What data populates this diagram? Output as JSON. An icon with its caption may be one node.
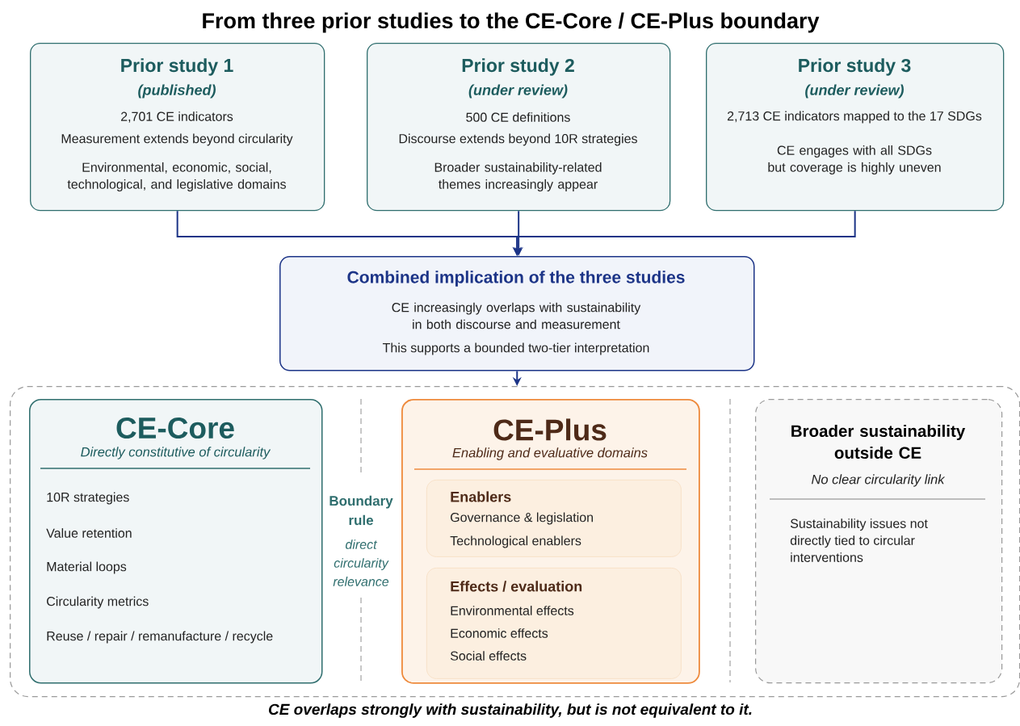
{
  "diagram": {
    "title": "From three prior studies to the CE-Core / CE-Plus boundary",
    "caption": "CE overlaps strongly with sustainability, but is not equivalent to it.",
    "nodes": [
      {
        "text": [
          "Prior study 1",
          "(published)",
          "2,701 CE indicators",
          "Measurement extends beyond circularity",
          "Environmental, economic, social, technological, and legislative domains"
        ]
      },
      {
        "text": [
          "Prior study 2",
          "(under review)",
          "500 CE definitions",
          "Discourse extends beyond 10R strategies",
          "Broader sustainability-related themes increasingly appear"
        ]
      },
      {
        "text": [
          "Prior study 3",
          "(under review)",
          "2,713 CE indicators mapped to the 17 SDGs",
          "CE engages with all SDGs but coverage is highly uneven"
        ]
      },
      {
        "text": [
          "Combined implication of the three studies",
          "CE increasingly overlaps with sustainability in both discourse and measurement",
          "This supports a bounded two-tier interpretation"
        ]
      },
      {
        "text": [],
        "shape": "box"
      },
      {
        "text": [
          "CE-Core",
          "Directly constitutive of circularity",
          "10R strategies",
          "Value retention",
          "Material loops",
          "Circularity metrics",
          "Reuse / repair / remanufacture / recycle"
        ],
        "in": 4
      },
      {
        "text": [
          "CE-Plus",
          "Enabling and evaluative domains"
        ],
        "in": 4
      },
      {
        "text": [
          "Enablers",
          "Governance & legislation",
          "Technological enablers"
        ],
        "in": 6
      },
      {
        "text": [
          "Effects / evaluation",
          "Environmental effects",
          "Economic effects",
          "Social effects"
        ],
        "in": 6
      },
      {
        "text": [
          "Broader sustainability outside CE",
          "No clear circularity link",
          "Sustainability issues not directly tied to circular interventions"
        ],
        "in": 4
      }
    ],
    "edges": [
      {
        "from": 0,
        "to": 3,
        "arrow": "to"
      },
      {
        "from": 1,
        "to": 3,
        "arrow": "to"
      },
      {
        "from": 2,
        "to": 3,
        "arrow": "to"
      },
      {
        "from": 3,
        "to": 4,
        "arrow": "to"
      }
    ],
    "labels": [
      "Boundary rule",
      "direct circularity relevance"
    ]
  }
}
